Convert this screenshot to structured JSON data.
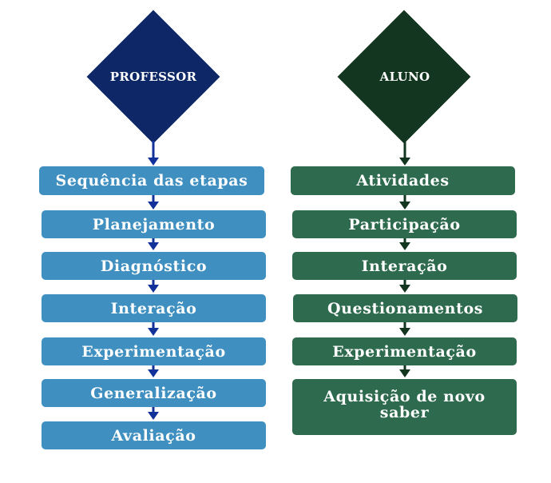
{
  "colors": {
    "professor_diamond": "#0e2766",
    "aluno_diamond": "#12361f",
    "professor_box": "#3f8fc0",
    "aluno_box": "#2e6a4d",
    "professor_arrow": "#12329a",
    "aluno_arrow": "#12361f"
  },
  "professor": {
    "title": "PROFESSOR",
    "steps": [
      "Sequência das etapas",
      "Planejamento",
      "Diagnóstico",
      "Interação",
      "Experimentação",
      "Generalização",
      "Avaliação"
    ]
  },
  "aluno": {
    "title": "ALUNO",
    "steps": [
      "Atividades",
      "Participação",
      "Interação",
      "Questionamentos",
      "Experimentação",
      "Aquisição de novo saber"
    ]
  }
}
